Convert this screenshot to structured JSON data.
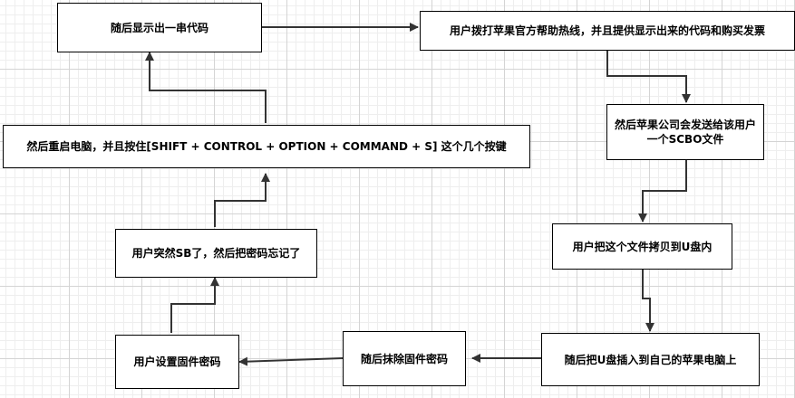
{
  "diagram": {
    "nodes": [
      {
        "id": "n1",
        "label": "随后显示出一串代码"
      },
      {
        "id": "n2",
        "label": "用户拨打苹果官方帮助热线，并且提供显示出来的代码和购买发票"
      },
      {
        "id": "n3",
        "label": "然后苹果公司会发送给该用户一个SCBO文件"
      },
      {
        "id": "n4",
        "label": "用户把这个文件拷贝到U盘内"
      },
      {
        "id": "n5",
        "label": "随后把U盘插入到自己的苹果电脑上"
      },
      {
        "id": "n6",
        "label": "随后抹除固件密码"
      },
      {
        "id": "n7",
        "label": "用户设置固件密码"
      },
      {
        "id": "n8",
        "label": "用户突然SB了，然后把密码忘记了"
      },
      {
        "id": "n9",
        "label": "然后重启电脑，并且按住[SHIFT + CONTROL + OPTION + COMMAND + S] 这个几个按键"
      }
    ],
    "edges": [
      {
        "from": "n7",
        "to": "n8"
      },
      {
        "from": "n8",
        "to": "n9"
      },
      {
        "from": "n9",
        "to": "n1"
      },
      {
        "from": "n1",
        "to": "n2"
      },
      {
        "from": "n2",
        "to": "n3"
      },
      {
        "from": "n3",
        "to": "n4"
      },
      {
        "from": "n4",
        "to": "n5"
      },
      {
        "from": "n5",
        "to": "n6"
      },
      {
        "from": "n6",
        "to": "n7"
      }
    ],
    "colors": {
      "line": "#333333",
      "node_border": "#000000",
      "node_fill": "#ffffff"
    }
  }
}
